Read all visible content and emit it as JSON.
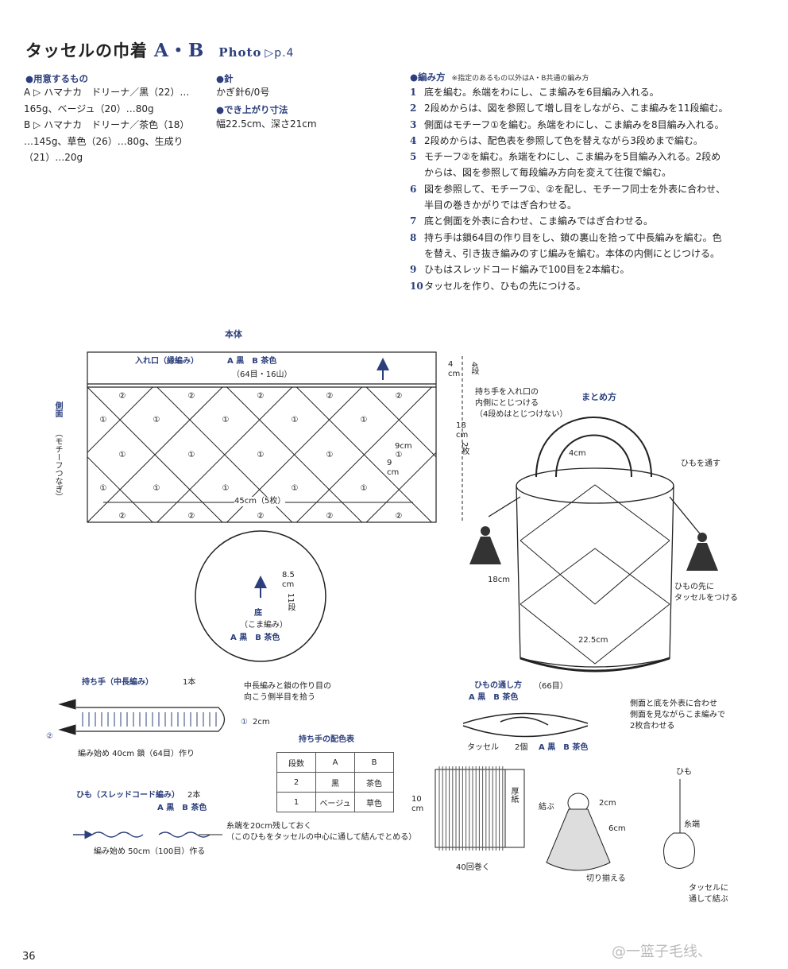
{
  "header": {
    "title": "タッセルの巾着",
    "variants": "A・B",
    "photo_label": "Photo",
    "photo_ref": "▷p.4"
  },
  "materials": {
    "heading": "●用意するもの",
    "lines": [
      "A ▷ ハマナカ　ドリーナ／黒（22）…",
      "165g、ベージュ（20）…80g",
      "B ▷ ハマナカ　ドリーナ／茶色（18）",
      "…145g、草色（26）…80g、生成り",
      "（21）…20g"
    ]
  },
  "needle": {
    "heading": "●針",
    "value": "かぎ針6/0号"
  },
  "size": {
    "heading": "●でき上がり寸法",
    "value": "幅22.5cm、深さ21cm"
  },
  "method": {
    "heading": "●編み方",
    "note": "※指定のあるもの以外はA・B共通の編み方",
    "steps": [
      {
        "n": "1",
        "text": "底を編む。糸端をわにし、こま編みを6目編み入れる。"
      },
      {
        "n": "2",
        "text": "2段めからは、図を参照して増し目をしながら、こま編みを11段編む。"
      },
      {
        "n": "3",
        "text": "側面はモチーフ①を編む。糸端をわにし、こま編みを8目編み入れる。"
      },
      {
        "n": "4",
        "text": "2段めからは、配色表を参照して色を替えながら3段めまで編む。"
      },
      {
        "n": "5",
        "text": "モチーフ②を編む。糸端をわにし、こま編みを5目編み入れる。2段め"
      },
      {
        "n": "",
        "text": "からは、図を参照して毎段編み方向を変えて往復で編む。"
      },
      {
        "n": "6",
        "text": "図を参照して、モチーフ①、②を配し、モチーフ同士を外表に合わせ、"
      },
      {
        "n": "",
        "text": "半目の巻きかがりではぎ合わせる。"
      },
      {
        "n": "7",
        "text": "底と側面を外表に合わせ、こま編みではぎ合わせる。"
      },
      {
        "n": "8",
        "text": "持ち手は鎖64目の作り目をし、鎖の裏山を拾って中長編みを編む。色"
      },
      {
        "n": "",
        "text": "を替え、引き抜き編みのすじ編みを編む。本体の内側にとじつける。"
      },
      {
        "n": "9",
        "text": "ひもはスレッドコード編みで100目を2本編む。"
      },
      {
        "n": "10",
        "text": "タッセルを作り、ひもの先につける。"
      }
    ]
  },
  "body_diagram": {
    "title": "本体",
    "opening": "入れ口（縁編み）",
    "opening_color": "A 黒　B 茶色",
    "opening_count": "（64目・16山）",
    "side_label": "側面",
    "side_sub": "（モチーフつなぎ）",
    "motif1": "①",
    "motif2": "②",
    "width": "45cm（5枚）",
    "motif_w": "9cm",
    "motif_h": "9 cm",
    "dim_top": "4 cm",
    "dim_top_rows": "4段",
    "dim_side": "18 cm",
    "dim_side_count": "2枚"
  },
  "bottom": {
    "label": "底",
    "sub": "（こま編み）",
    "color": "A 黒　B 茶色",
    "dim": "8.5 cm",
    "rows": "11段"
  },
  "assembly": {
    "title": "まとめ方",
    "note1": "持ち手を入れ口の",
    "note2": "内側にとじつける",
    "note3": "（4段めはとじつけない）",
    "handle_w": "4cm",
    "cord": "ひもを通す",
    "height": "18cm",
    "width": "22.5cm",
    "tassel_note1": "ひもの先に",
    "tassel_note2": "タッセルをつける",
    "rows": "（66目）",
    "join1": "側面と底を外表に合わせ",
    "join2": "側面を見ながらこま編みで",
    "join3": "2枚合わせる"
  },
  "handle": {
    "title": "持ち手（中長編み）",
    "count": "1本",
    "note1": "中長編みと鎖の作り目の",
    "note2": "向こう側半目を拾う",
    "dim": "2cm",
    "start": "編み始め 40cm 鎖（64目）作り",
    "marker1": "①",
    "marker2": "②"
  },
  "color_table": {
    "title": "持ち手の配色表",
    "headers": [
      "段数",
      "A",
      "B"
    ],
    "rows": [
      [
        "2",
        "黒",
        "茶色"
      ],
      [
        "1",
        "ベージュ",
        "草色"
      ]
    ]
  },
  "cord": {
    "title": "ひも（スレッドコード編み）",
    "count": "2本",
    "color": "A 黒　B 茶色",
    "note1": "糸端を20cm残しておく",
    "note2": "（このひもをタッセルの中心に通して結んでとめる）",
    "start": "編み始め 50cm（100目）作る"
  },
  "threading": {
    "title": "ひもの通し方",
    "color": "A 黒　B 茶色"
  },
  "tassel": {
    "label": "タッセル",
    "count": "2個",
    "color": "A 黒　B 茶色",
    "cardboard": "厚紙",
    "height": "10 cm",
    "wraps": "40回巻く",
    "tie": "結ぶ",
    "dim1": "2cm",
    "dim2": "6cm",
    "trim": "切り揃える",
    "cord": "ひも",
    "yarn_end": "糸端",
    "attach1": "タッセルに",
    "attach2": "通して結ぶ"
  },
  "page_number": "36",
  "watermark": "@一篮子毛线、",
  "colors": {
    "accent": "#2c3f7c",
    "line": "#222222"
  }
}
